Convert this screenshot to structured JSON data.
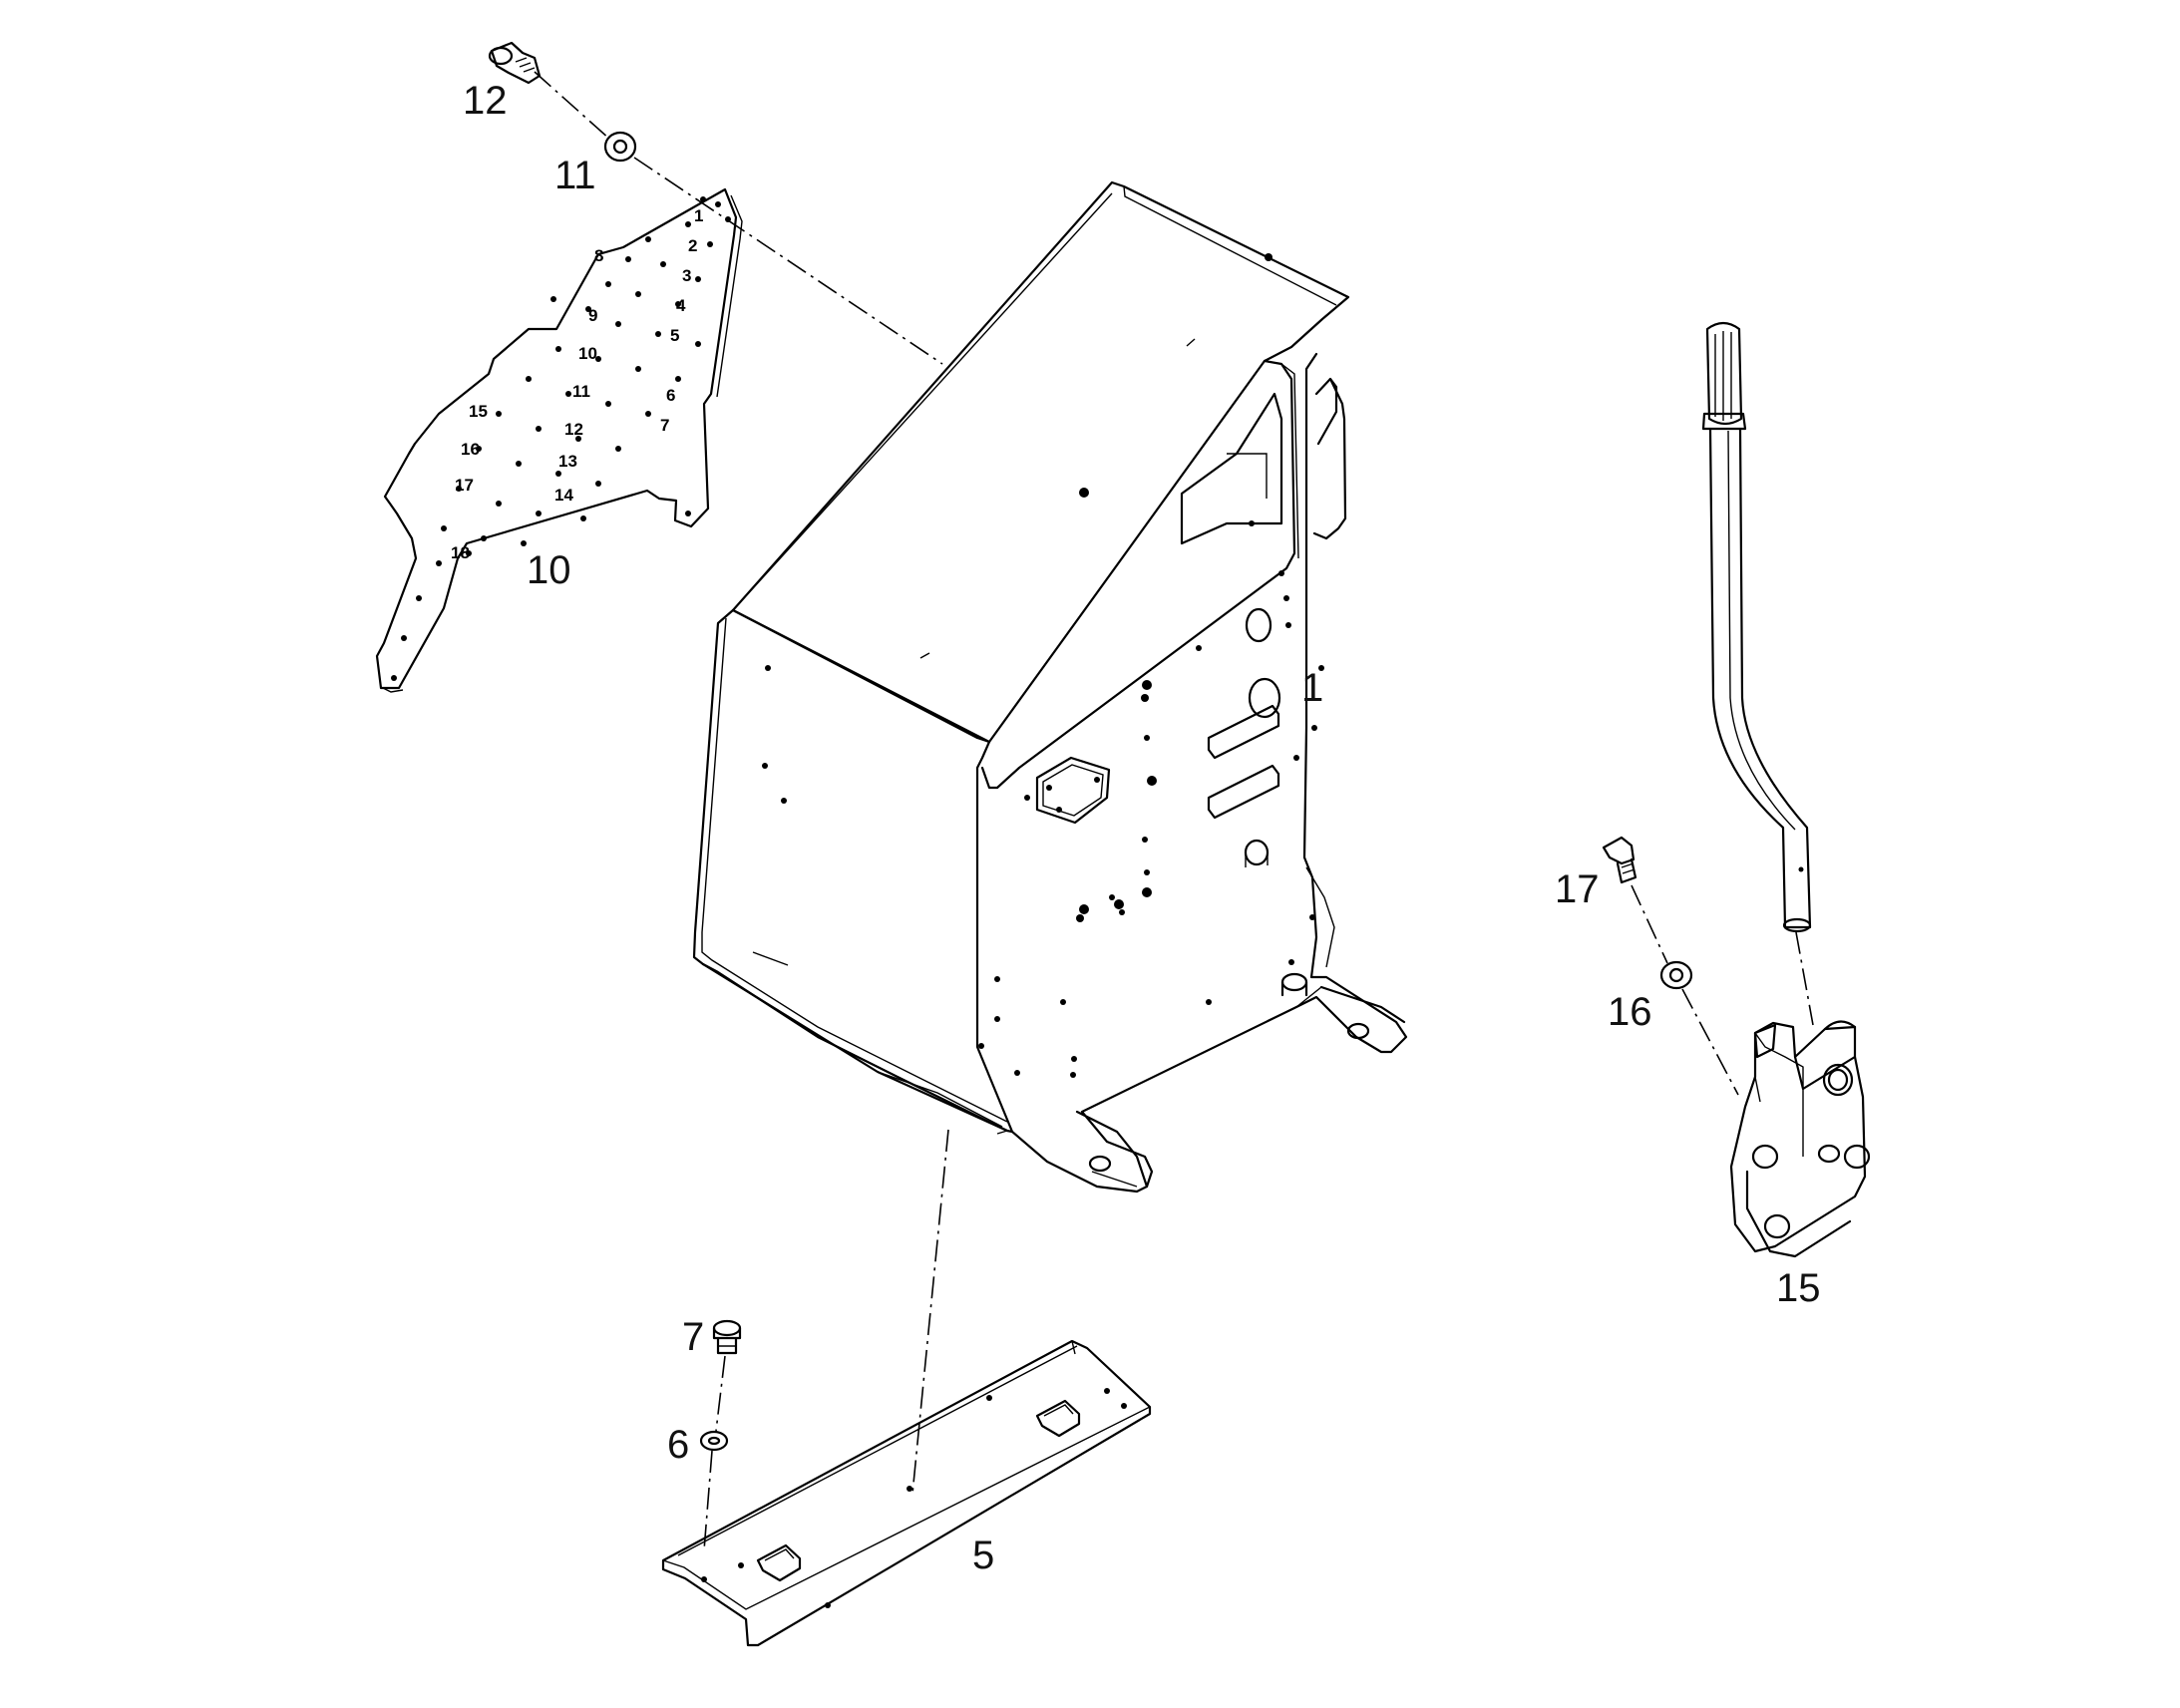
{
  "diagram": {
    "callouts": {
      "c1": "1",
      "c5": "5",
      "c6": "6",
      "c7": "7",
      "c10": "10",
      "c11": "11",
      "c12": "12",
      "c15": "15",
      "c16": "16",
      "c17": "17"
    },
    "plate_numbers": [
      "1",
      "2",
      "3",
      "4",
      "5",
      "6",
      "7",
      "8",
      "9",
      "10",
      "11",
      "12",
      "13",
      "14",
      "15",
      "16",
      "17",
      "18"
    ]
  }
}
